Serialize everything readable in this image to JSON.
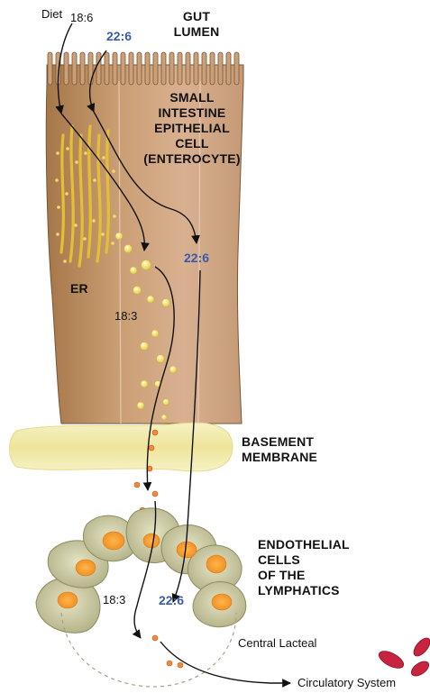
{
  "labels": {
    "diet": "Diet",
    "fa_18_6": "18:6",
    "fa_22_6_top": "22:6",
    "gut_lumen": [
      "GUT",
      "LUMEN"
    ],
    "enterocyte": [
      "SMALL",
      "INTESTINE",
      "EPITHELIAL",
      "CELL",
      "(ENTEROCYTE)"
    ],
    "fa_22_6_mid": "22:6",
    "er": "ER",
    "fa_18_3_mid": "18:3",
    "basement": [
      "BASEMENT",
      "MEMBRANE"
    ],
    "endothelial": [
      "ENDOTHELIAL",
      "CELLS",
      "OF THE",
      "LYMPHATICS"
    ],
    "fa_18_3_low": "18:3",
    "fa_22_6_low": "22:6",
    "central_lacteal": "Central Lacteal",
    "circulatory": "Circulatory System"
  },
  "colors": {
    "cell_body": "#b58a5e",
    "cell_light": "#d7b08a",
    "er_yellow": "#e8c23a",
    "droplet_yellow": "#f2e06a",
    "membrane": "#f3eeb2",
    "endothelial": "#c6c59a",
    "nucleus": "#f59b2a",
    "chylo_orange": "#ee7a2a",
    "blue_label": "#3a5ba8",
    "rbc": "#c8243f"
  }
}
